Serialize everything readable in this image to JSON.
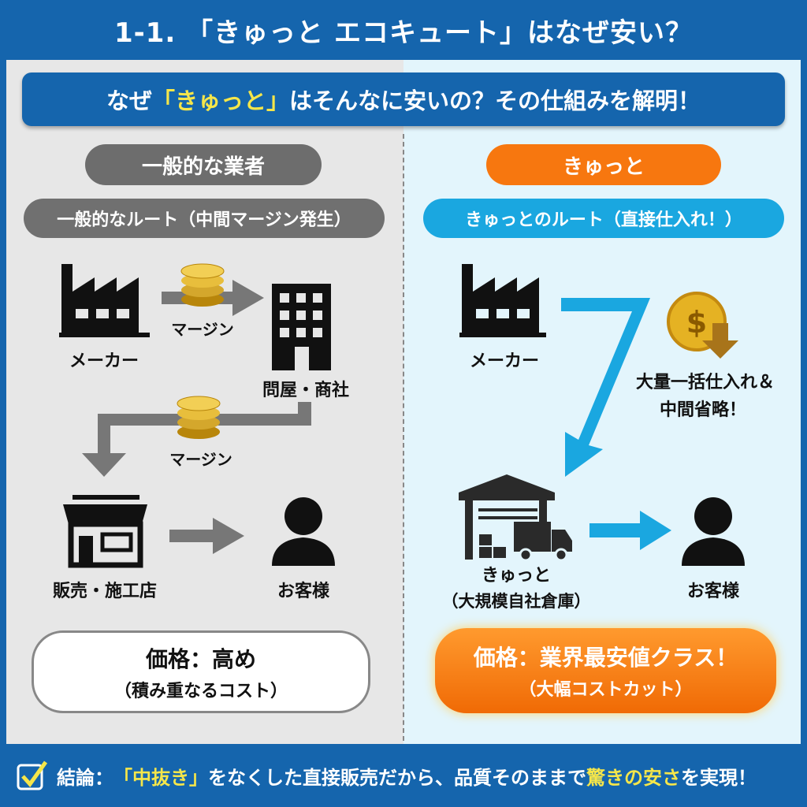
{
  "title": "1-1. 「きゅっと エコキュート」はなぜ安い？",
  "banner": {
    "pre": "なぜ",
    "highlight": "「きゅっと」",
    "post": "はそんなに安いの？その仕組みを解明！"
  },
  "left": {
    "header": "一般的な業者",
    "route": "一般的なルート（中間マージン発生）",
    "maker": "メーカー",
    "margin1": "マージン",
    "wholesaler": "問屋・商社",
    "margin2": "マージン",
    "shop": "販売・施工店",
    "customer": "お客様",
    "price_title": "価格：高め",
    "price_note": "（積み重なるコスト）"
  },
  "right": {
    "header": "きゅっと",
    "route": "きゅっとのルート（直接仕入れ！）",
    "maker": "メーカー",
    "bulk1": "大量一括仕入れ＆",
    "bulk2": "中間省略！",
    "warehouse1": "きゅっと",
    "warehouse2": "（大規模自社倉庫）",
    "customer": "お客様",
    "price_title": "価格：業界最安値クラス！",
    "price_note": "（大幅コストカット）"
  },
  "conclusion": {
    "p1": "結論：",
    "p2": "「中抜き」",
    "p3": "をなくした直接販売だから、品質そのままで",
    "p4": "驚きの安さ",
    "p5": "を実現！"
  },
  "colors": {
    "blue": "#1565ad",
    "orange": "#f7770f",
    "cyan": "#1aa7e0",
    "gray": "#6d6d6d",
    "yellow": "#f5e64a"
  }
}
